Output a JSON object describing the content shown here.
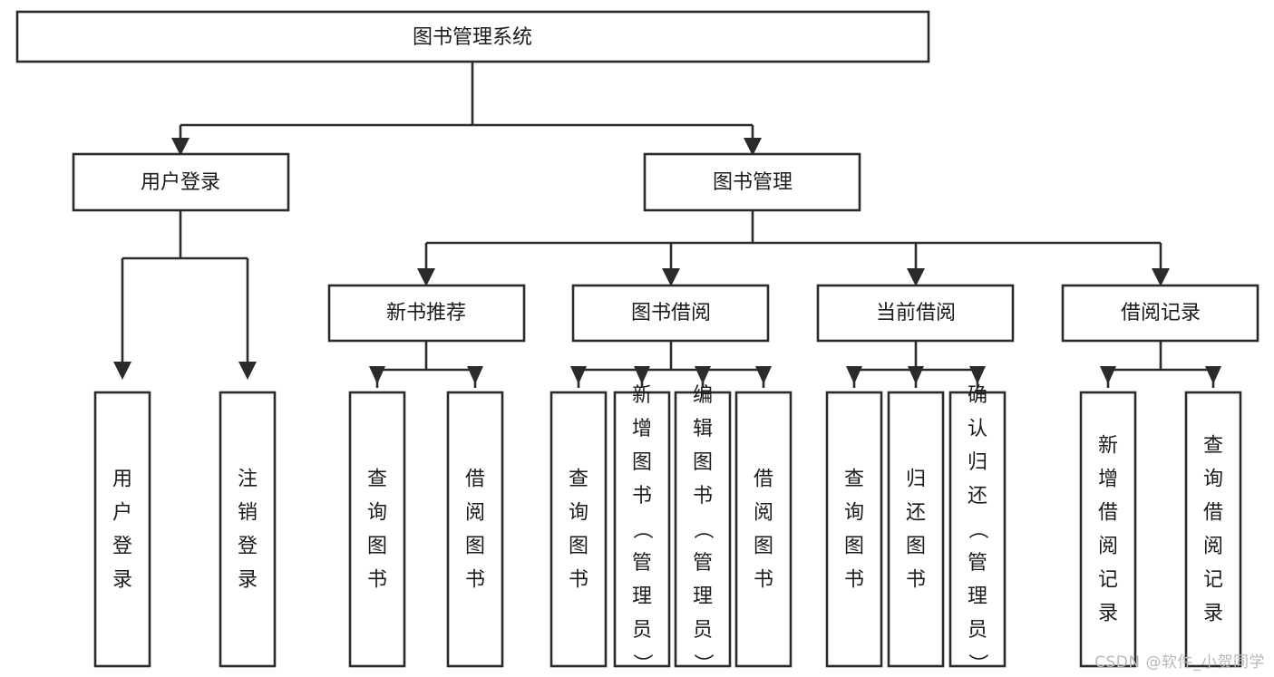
{
  "diagram": {
    "type": "tree-hierarchy",
    "title": "图书管理系统",
    "watermark": "CSDN @软件_小贺同学",
    "colors": {
      "stroke": "#2b2b2b",
      "fill": "#ffffff",
      "text": "#1b1b1b",
      "watermark": "#b9b9b9"
    },
    "levels": [
      {
        "level": 1,
        "nodes": [
          {
            "id": "root",
            "label": "图书管理系统",
            "orientation": "horizontal"
          }
        ]
      },
      {
        "level": 2,
        "nodes": [
          {
            "id": "login",
            "label": "用户登录",
            "orientation": "horizontal",
            "parent": "root"
          },
          {
            "id": "bookmgmt",
            "label": "图书管理",
            "orientation": "horizontal",
            "parent": "root"
          }
        ]
      },
      {
        "level": 3,
        "nodes": [
          {
            "id": "newbook",
            "label": "新书推荐",
            "orientation": "horizontal",
            "parent": "bookmgmt"
          },
          {
            "id": "borrow",
            "label": "图书借阅",
            "orientation": "horizontal",
            "parent": "bookmgmt"
          },
          {
            "id": "current",
            "label": "当前借阅",
            "orientation": "horizontal",
            "parent": "bookmgmt"
          },
          {
            "id": "record",
            "label": "借阅记录",
            "orientation": "horizontal",
            "parent": "bookmgmt"
          }
        ]
      },
      {
        "level": 4,
        "nodes": [
          {
            "id": "leaf1",
            "label": "用户登录",
            "orientation": "vertical",
            "parent": "login"
          },
          {
            "id": "leaf2",
            "label": "注销登录",
            "orientation": "vertical",
            "parent": "login"
          },
          {
            "id": "leaf3",
            "label": "查询图书",
            "orientation": "vertical",
            "parent": "newbook"
          },
          {
            "id": "leaf4",
            "label": "借阅图书",
            "orientation": "vertical",
            "parent": "newbook"
          },
          {
            "id": "leaf5",
            "label": "查询图书",
            "orientation": "vertical",
            "parent": "borrow"
          },
          {
            "id": "leaf6",
            "label": "新增图书（管理员）",
            "orientation": "vertical",
            "parent": "borrow"
          },
          {
            "id": "leaf7",
            "label": "编辑图书（管理员）",
            "orientation": "vertical",
            "parent": "borrow"
          },
          {
            "id": "leaf8",
            "label": "借阅图书",
            "orientation": "vertical",
            "parent": "borrow"
          },
          {
            "id": "leaf9",
            "label": "查询图书",
            "orientation": "vertical",
            "parent": "current"
          },
          {
            "id": "leaf10",
            "label": "归还图书",
            "orientation": "vertical",
            "parent": "current"
          },
          {
            "id": "leaf11",
            "label": "确认归还（管理员）",
            "orientation": "vertical",
            "parent": "current"
          },
          {
            "id": "leaf12",
            "label": "新增借阅记录",
            "orientation": "vertical",
            "parent": "record"
          },
          {
            "id": "leaf13",
            "label": "查询借阅记录",
            "orientation": "vertical",
            "parent": "record"
          }
        ]
      }
    ]
  }
}
